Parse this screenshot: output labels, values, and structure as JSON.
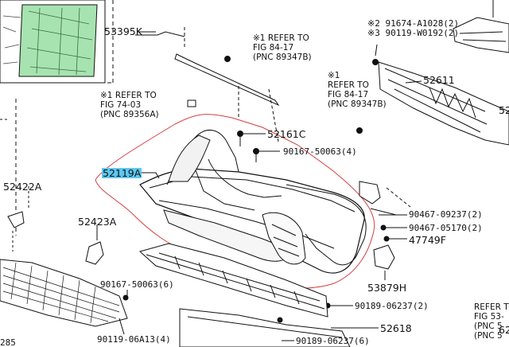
{
  "highlight_color": "#5ec8f0",
  "outline_color": "#d44040",
  "parts": {
    "p53395": "53395K",
    "p91674": "※2 91674-A1028(2)",
    "p90119a": "※3 90119-W0192(2)",
    "p52611": "52611",
    "p52161": "52161C",
    "p90167a": "90167-50063(4)",
    "p52119": "52119A",
    "p52422": "52422A",
    "p52423": "52423A",
    "p90467a": "90467-09237(2)",
    "p90467b": "90467-05170(2)",
    "p47749": "47749F",
    "p53879": "53879H",
    "p90167b": "90167-50063(6)",
    "p90189a": "90189-06237(2)",
    "p52618": "52618",
    "p90119b": "90119-06A13(4)",
    "p90189b": "90189-06237(6)"
  },
  "refs": {
    "r1": {
      "mark": "※1",
      "line1": "REFER TO",
      "line2": "FIG 84-17",
      "line3": "(PNC 89347B)"
    },
    "r2": {
      "mark": "※1",
      "line1": "REFER TO",
      "line2": "FIG 84-17",
      "line3": "(PNC 89347B)"
    },
    "r3": {
      "mark": "※1",
      "line1": "REFER TO",
      "line2": "FIG 74-03",
      "line3": "(PNC 89356A)"
    },
    "r4": {
      "line1": "REFER T",
      "line2": "FIG 53-",
      "line3": "(PNC 5",
      "line4": "(PNC 5"
    }
  },
  "partial": {
    "left_a": "52",
    "left_b": "62",
    "bottom_left": "285"
  }
}
